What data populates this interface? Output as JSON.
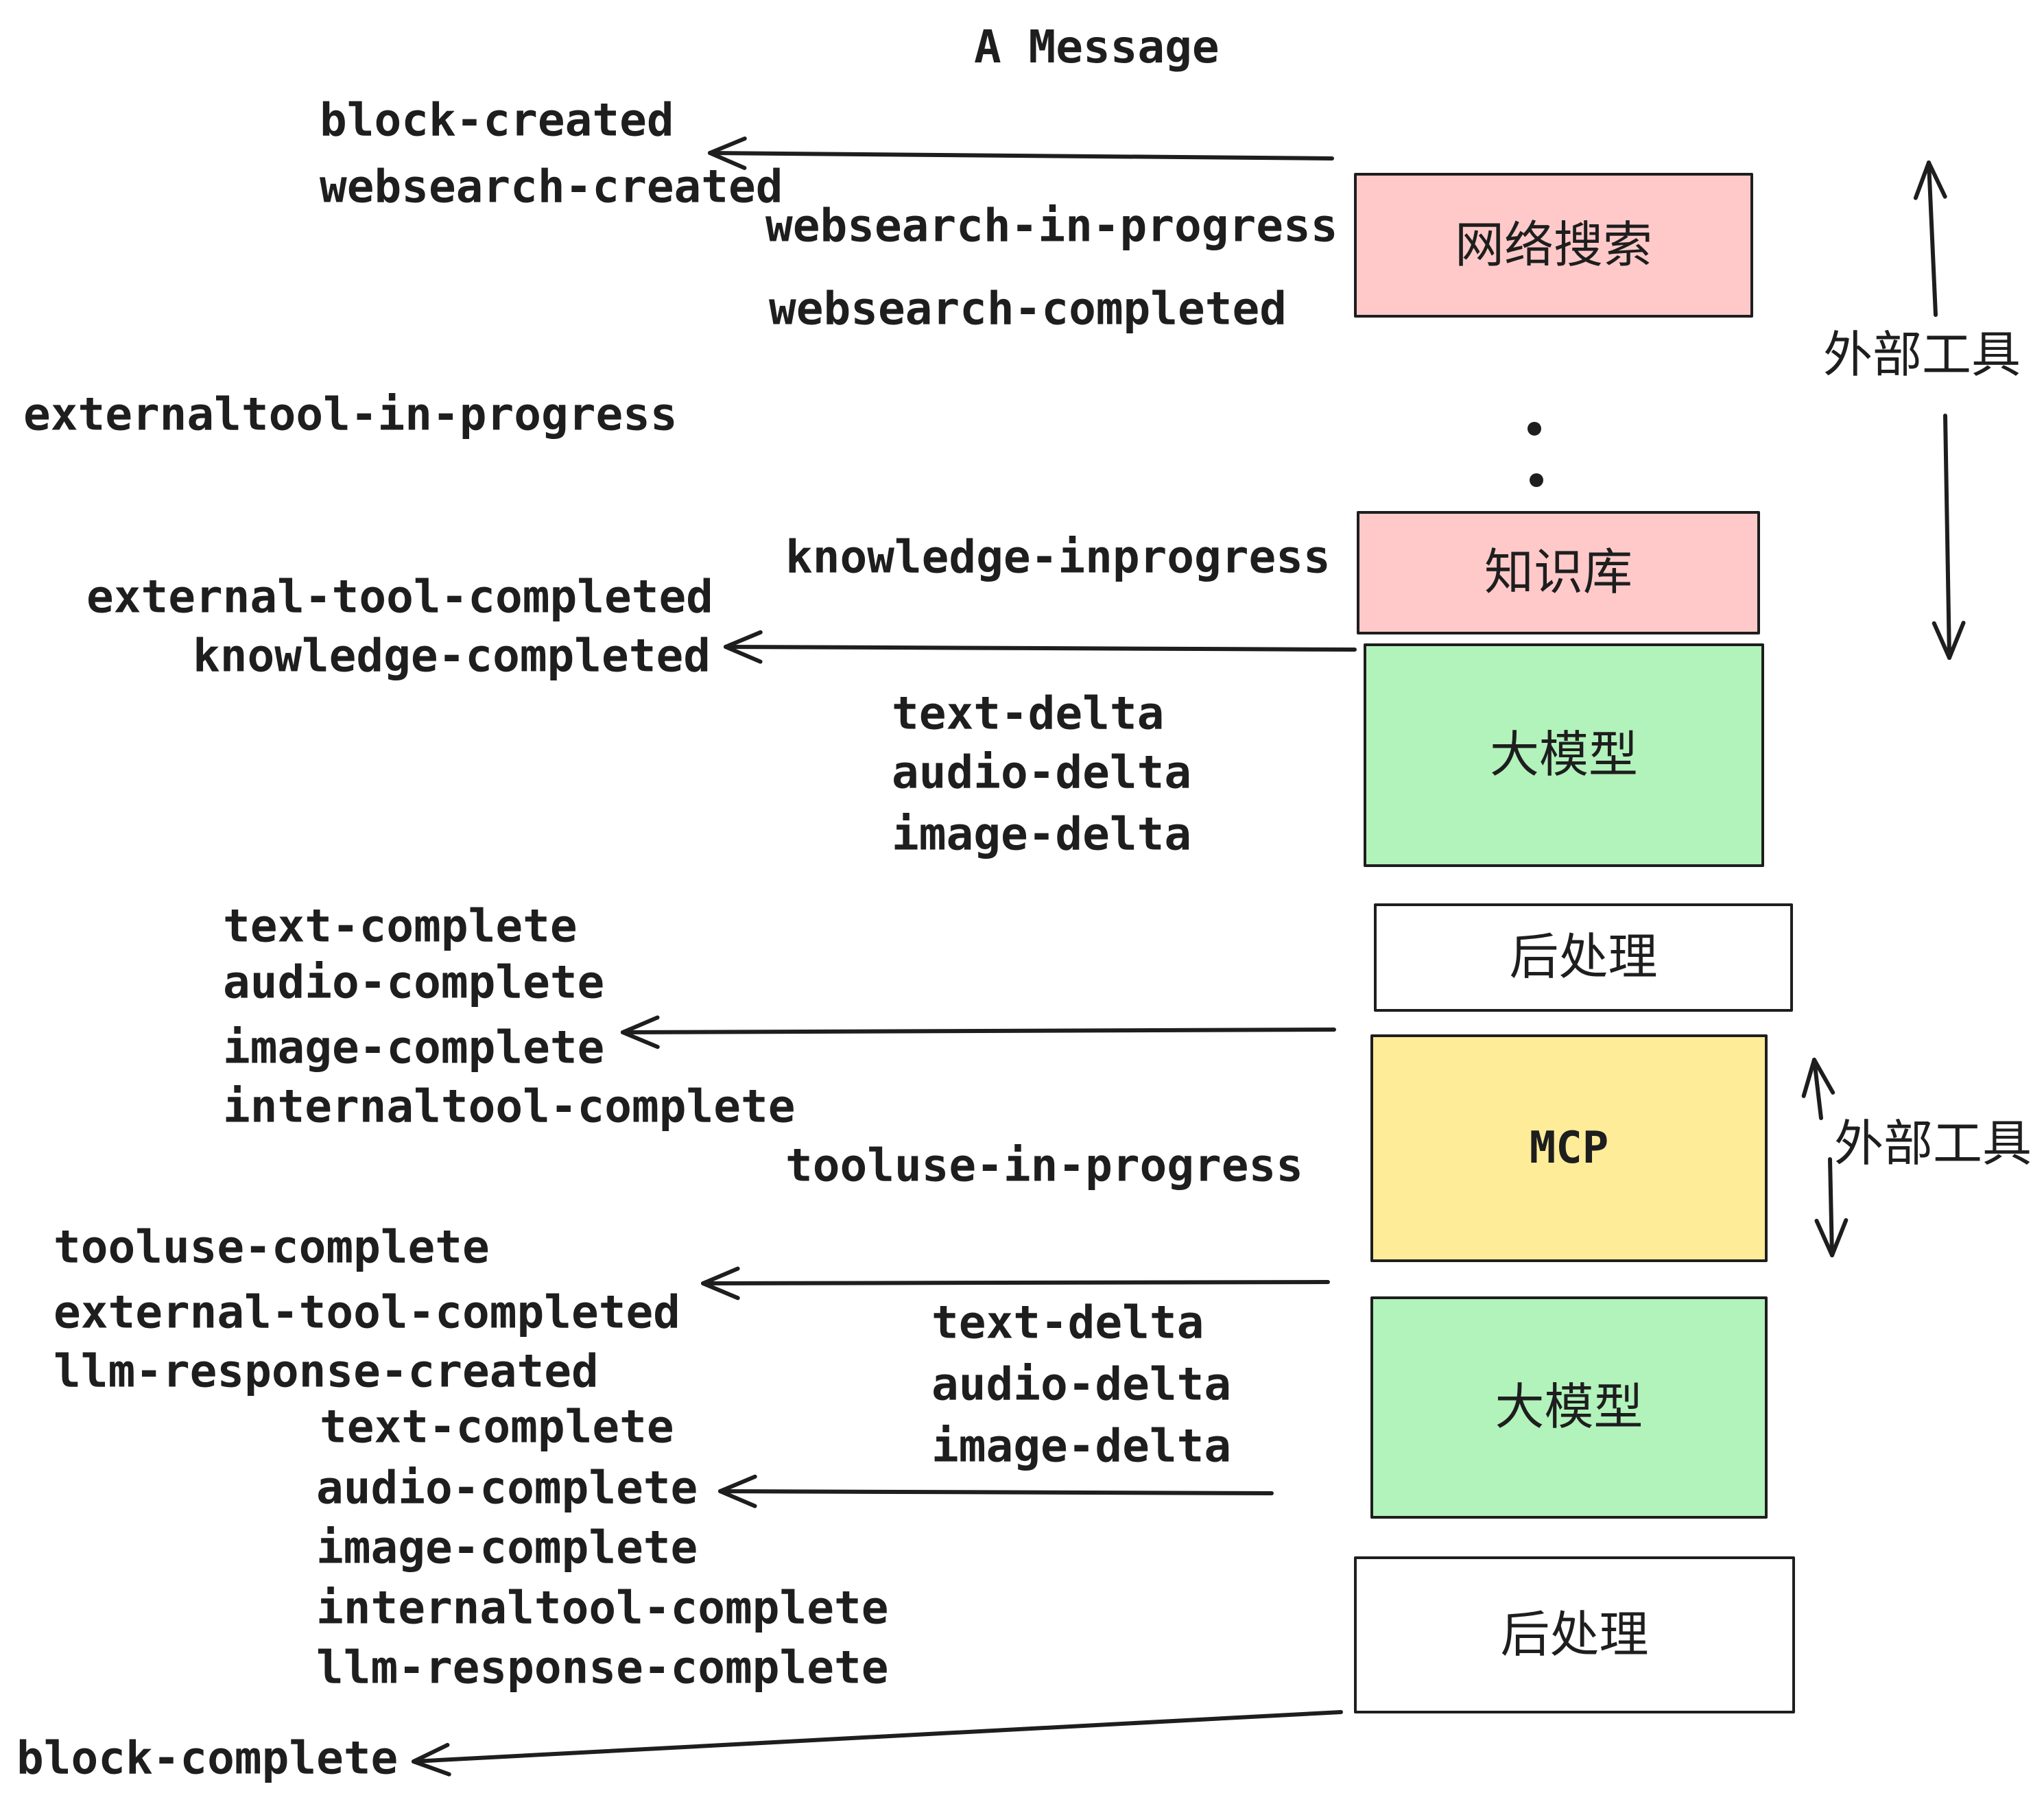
{
  "title": "A Message",
  "colors": {
    "ink": "#1e1e1e",
    "pink": "#ffc9c9",
    "green": "#b2f2bb",
    "yellow": "#ffec99",
    "white": "#ffffff"
  },
  "boxes": {
    "websearch": "网络搜索",
    "knowledge": "知识库",
    "llm1": "大模型",
    "post1": "后处理",
    "mcp": "MCP",
    "llm2": "大模型",
    "post2": "后处理"
  },
  "side_labels": {
    "external_tools_1": "外部工具",
    "external_tools_2": "外部工具"
  },
  "events": {
    "block_created": "block-created",
    "websearch_created": "websearch-created",
    "websearch_in_progress": "websearch-in-progress",
    "websearch_completed": "websearch-completed",
    "externaltool_in_progress": "externaltool-in-progress",
    "knowledge_inprogress": "knowledge-inprogress",
    "external_tool_completed_1": "external-tool-completed",
    "knowledge_completed": "knowledge-completed",
    "text_delta_1": "text-delta",
    "audio_delta_1": "audio-delta",
    "image_delta_1": "image-delta",
    "text_complete_1": "text-complete",
    "audio_complete_1": "audio-complete",
    "image_complete_1": "image-complete",
    "internaltool_complete_1": "internaltool-complete",
    "tooluse_in_progress": "tooluse-in-progress",
    "tooluse_complete": "tooluse-complete",
    "external_tool_completed_2": "external-tool-completed",
    "llm_response_created": "llm-response-created",
    "text_complete_2": "text-complete",
    "audio_complete_2": "audio-complete",
    "image_complete_2": "image-complete",
    "internaltool_complete_2": "internaltool-complete",
    "llm_response_complete": "llm-response-complete",
    "block_complete": "block-complete"
  }
}
